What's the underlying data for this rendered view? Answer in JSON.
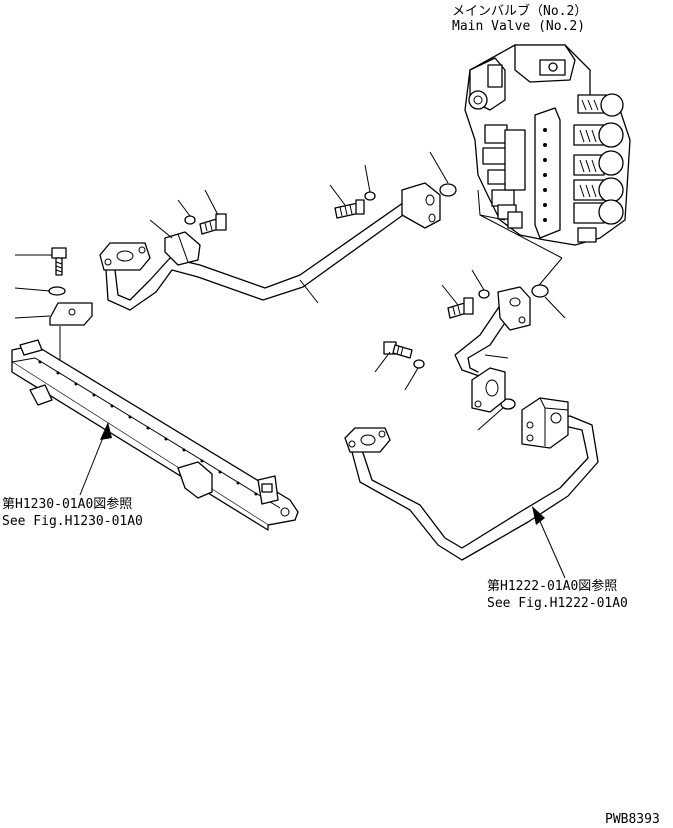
{
  "labels": {
    "main_valve_jp": "メインバルブ（No.2）",
    "main_valve_en": "Main Valve (No.2)",
    "ref_h1230_jp": "第H1230-01A0図参照",
    "ref_h1230_en": "See Fig.H1230-01A0",
    "ref_h1222_jp": "第H1222-01A0図参照",
    "ref_h1222_en": "See Fig.H1222-01A0",
    "drawing_id": "PWB8393"
  }
}
